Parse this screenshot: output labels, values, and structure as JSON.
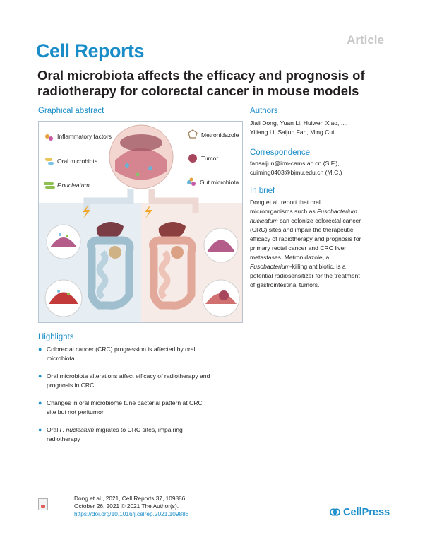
{
  "header": {
    "article_label": "Article",
    "journal": "Cell Reports"
  },
  "title": "Oral microbiota affects the efficacy and prognosis of radiotherapy for colorectal cancer in mouse models",
  "graphical_abstract": {
    "heading": "Graphical abstract",
    "legend_left": [
      "Inflammatory factors",
      "Oral microbiota",
      "F.nucleatum"
    ],
    "legend_right": [
      "Metronidazole",
      "Tumor",
      "Gut microbiota"
    ]
  },
  "authors": {
    "heading": "Authors",
    "line1": "Jiali Dong, Yuan Li, Huiwen Xiao, ...,",
    "line2": "Yiliang Li, Saijun Fan, Ming Cui"
  },
  "correspondence": {
    "heading": "Correspondence",
    "line1": "fansaijun@irm-cams.ac.cn (S.F.),",
    "line2": "cuiming0403@bjmu.edu.cn (M.C.)"
  },
  "in_brief": {
    "heading": "In brief",
    "p1": "Dong et al. report that oral",
    "p2a": "microorganisms such as ",
    "p2b": "Fusobacterium",
    "p3a": "nucleatum",
    "p3b": " can colonize colorectal cancer",
    "p4": "(CRC) sites and impair the therapeutic",
    "p5": "efficacy of radiotherapy and prognosis for",
    "p6": "primary rectal cancer and CRC liver",
    "p7": "metastases. Metronidazole, a",
    "p8a": "Fusobacterium",
    "p8b": "-killing antibiotic, is a",
    "p9": "potential radiosensitizer for the treatment",
    "p10": "of gastrointestinal tumors."
  },
  "highlights": {
    "heading": "Highlights",
    "bullet": "●",
    "h1a": "Colorectal cancer (CRC) progression is affected by oral",
    "h1b": "microbiota",
    "h2a": "Oral microbiota alterations affect efficacy of radiotherapy and",
    "h2b": "prognosis in CRC",
    "h3a": "Changes in oral microbiome tune bacterial pattern at CRC",
    "h3b": "site but not peritumor",
    "h4a": "Oral ",
    "h4b": "F. nucleatum",
    "h4c": " migrates to CRC sites, impairing",
    "h4d": "radiotherapy"
  },
  "footer": {
    "citation": "Dong et al., 2021, Cell Reports 37, 109886",
    "date": "October 26, 2021 © 2021 The Author(s).",
    "doi": "https://doi.org/10.1016/j.celrep.2021.109886",
    "publisher": "CellPress"
  },
  "colors": {
    "brand_blue": "#1a8dc9",
    "article_grey": "#c8c8c8",
    "text": "#231f20"
  }
}
